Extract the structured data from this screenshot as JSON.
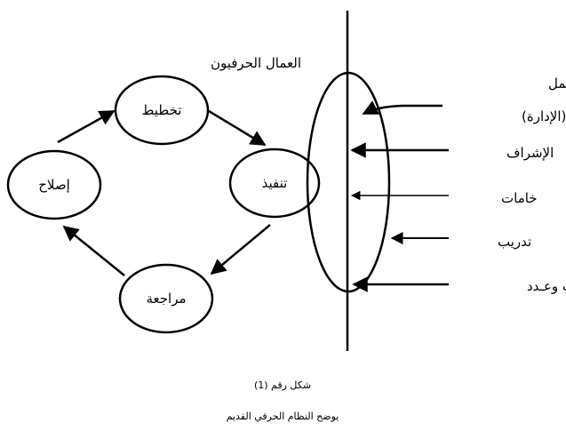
{
  "diagram": {
    "group_title": "العمال الحرفيون",
    "cycle": {
      "plan": "تخطيط",
      "execute": "تنفيذ",
      "review": "مراجعة",
      "repair": "إصلاح"
    },
    "inputs": {
      "owner": "صاحب العمل",
      "admin": "(الإدارة)",
      "supervision": "الإشراف",
      "materials": "خامات",
      "training": "تدريب",
      "tools": "آلات وعـدد"
    },
    "caption": {
      "figure": "شكل رقم (1)",
      "description": "يوضح النظام الحرفي القديم"
    }
  }
}
